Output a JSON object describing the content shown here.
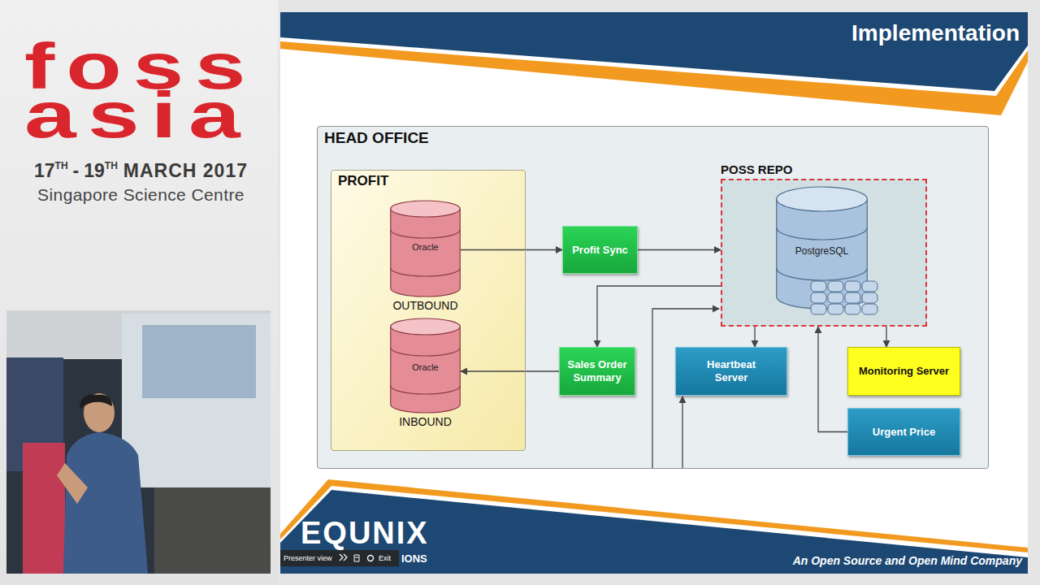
{
  "diagram": {
    "title": "Implementation",
    "nodes": [
      {
        "text": [
          "HEAD OFFICE"
        ]
      },
      {
        "text": [
          "PROFIT"
        ],
        "in": 0
      },
      {
        "text": [
          "Oracle",
          "OUTBOUND"
        ],
        "in": 1
      },
      {
        "text": [
          "Oracle",
          "INBOUND"
        ],
        "in": 1
      },
      {
        "text": [
          "Profit Sync"
        ],
        "in": 0
      },
      {
        "text": [
          "POSS REPO"
        ],
        "in": 0
      },
      {
        "text": [
          "PostgreSQL"
        ],
        "in": 5
      },
      {
        "text": [
          "Sales Order Summary"
        ],
        "in": 0
      },
      {
        "text": [
          "Heartbeat Server"
        ],
        "in": 0
      },
      {
        "text": [
          "Monitoring Server"
        ],
        "in": 0
      },
      {
        "text": [
          "Urgent Price"
        ],
        "in": 0
      }
    ],
    "edges": [
      {
        "from": 2,
        "to": 4,
        "arrow": "to"
      },
      {
        "from": 4,
        "to": 5,
        "arrow": "to"
      },
      {
        "from": 5,
        "to": 7,
        "arrow": "to"
      },
      {
        "from": 7,
        "to": 3,
        "arrow": "to"
      },
      {
        "from": 5,
        "to": 8,
        "arrow": "to"
      },
      {
        "from": 5,
        "to": 9,
        "arrow": "to"
      },
      {
        "from": 10,
        "to": 5,
        "arrow": "to"
      }
    ],
    "labels": [
      "foss",
      "asia",
      "17",
      "TH",
      "-",
      "19",
      "TH",
      "MARCH 2017",
      "Singapore Science Centre",
      "EQUNIX",
      "Presenter view",
      "Exit",
      "IONS",
      "An Open Source and Open Mind Company"
    ]
  }
}
